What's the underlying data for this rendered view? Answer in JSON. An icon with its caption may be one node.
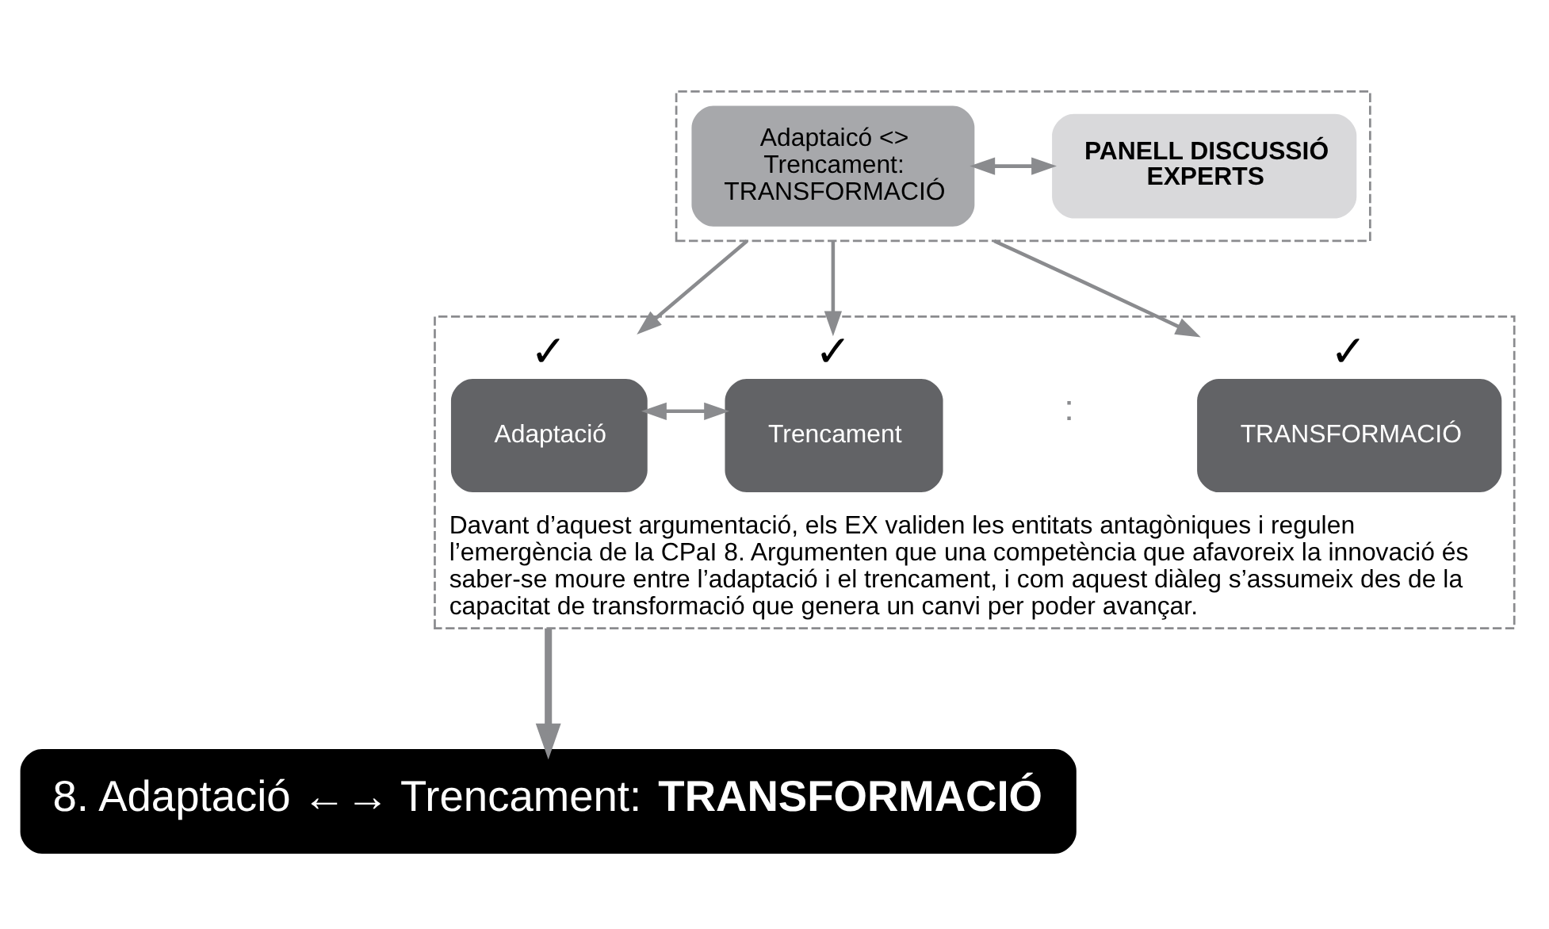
{
  "diagram": {
    "nodes": [
      {
        "text": [],
        "shape": "box"
      },
      {
        "text": [
          "Adaptaicó <> Trencament: TRANSFORMACIÓ"
        ],
        "in": 0
      },
      {
        "text": [
          "PANELL DISCUSSIÓ EXPERTS"
        ],
        "in": 0
      },
      {
        "text": [
          "Davant d’aquest argumentació, els EX validen les entitats antagòniques i regulen l’emergència de la CPaI 8. Argumenten que una competència que afavoreix la innovació és saber-se moure entre l’adaptació i el trencament, i com aquest diàleg s’assumeix des de la capacitat de transformació que genera un canvi per poder avançar."
        ]
      },
      {
        "text": [
          "Adaptació"
        ],
        "in": 3,
        "beside": [
          "✓"
        ]
      },
      {
        "text": [
          "Trencament"
        ],
        "in": 3,
        "beside": [
          "✓"
        ]
      },
      {
        "text": [
          "TRANSFORMACIÓ"
        ],
        "in": 3,
        "beside": [
          "✓"
        ]
      },
      {
        "text": [
          "8. Adaptació ←→ Trencament: **TRANSFORMACIÓ**"
        ]
      }
    ],
    "edges": [
      {
        "from": 1,
        "to": 2,
        "arrow": "both"
      },
      {
        "from": 0,
        "to": 4,
        "arrow": "to"
      },
      {
        "from": 0,
        "to": 5,
        "arrow": "to"
      },
      {
        "from": 0,
        "to": 6,
        "arrow": "to"
      },
      {
        "from": 4,
        "to": 5,
        "arrow": "both"
      },
      {
        "from": 3,
        "to": 7,
        "arrow": "to",
        "style": "thick"
      }
    ],
    "labels": [
      ":"
    ]
  }
}
